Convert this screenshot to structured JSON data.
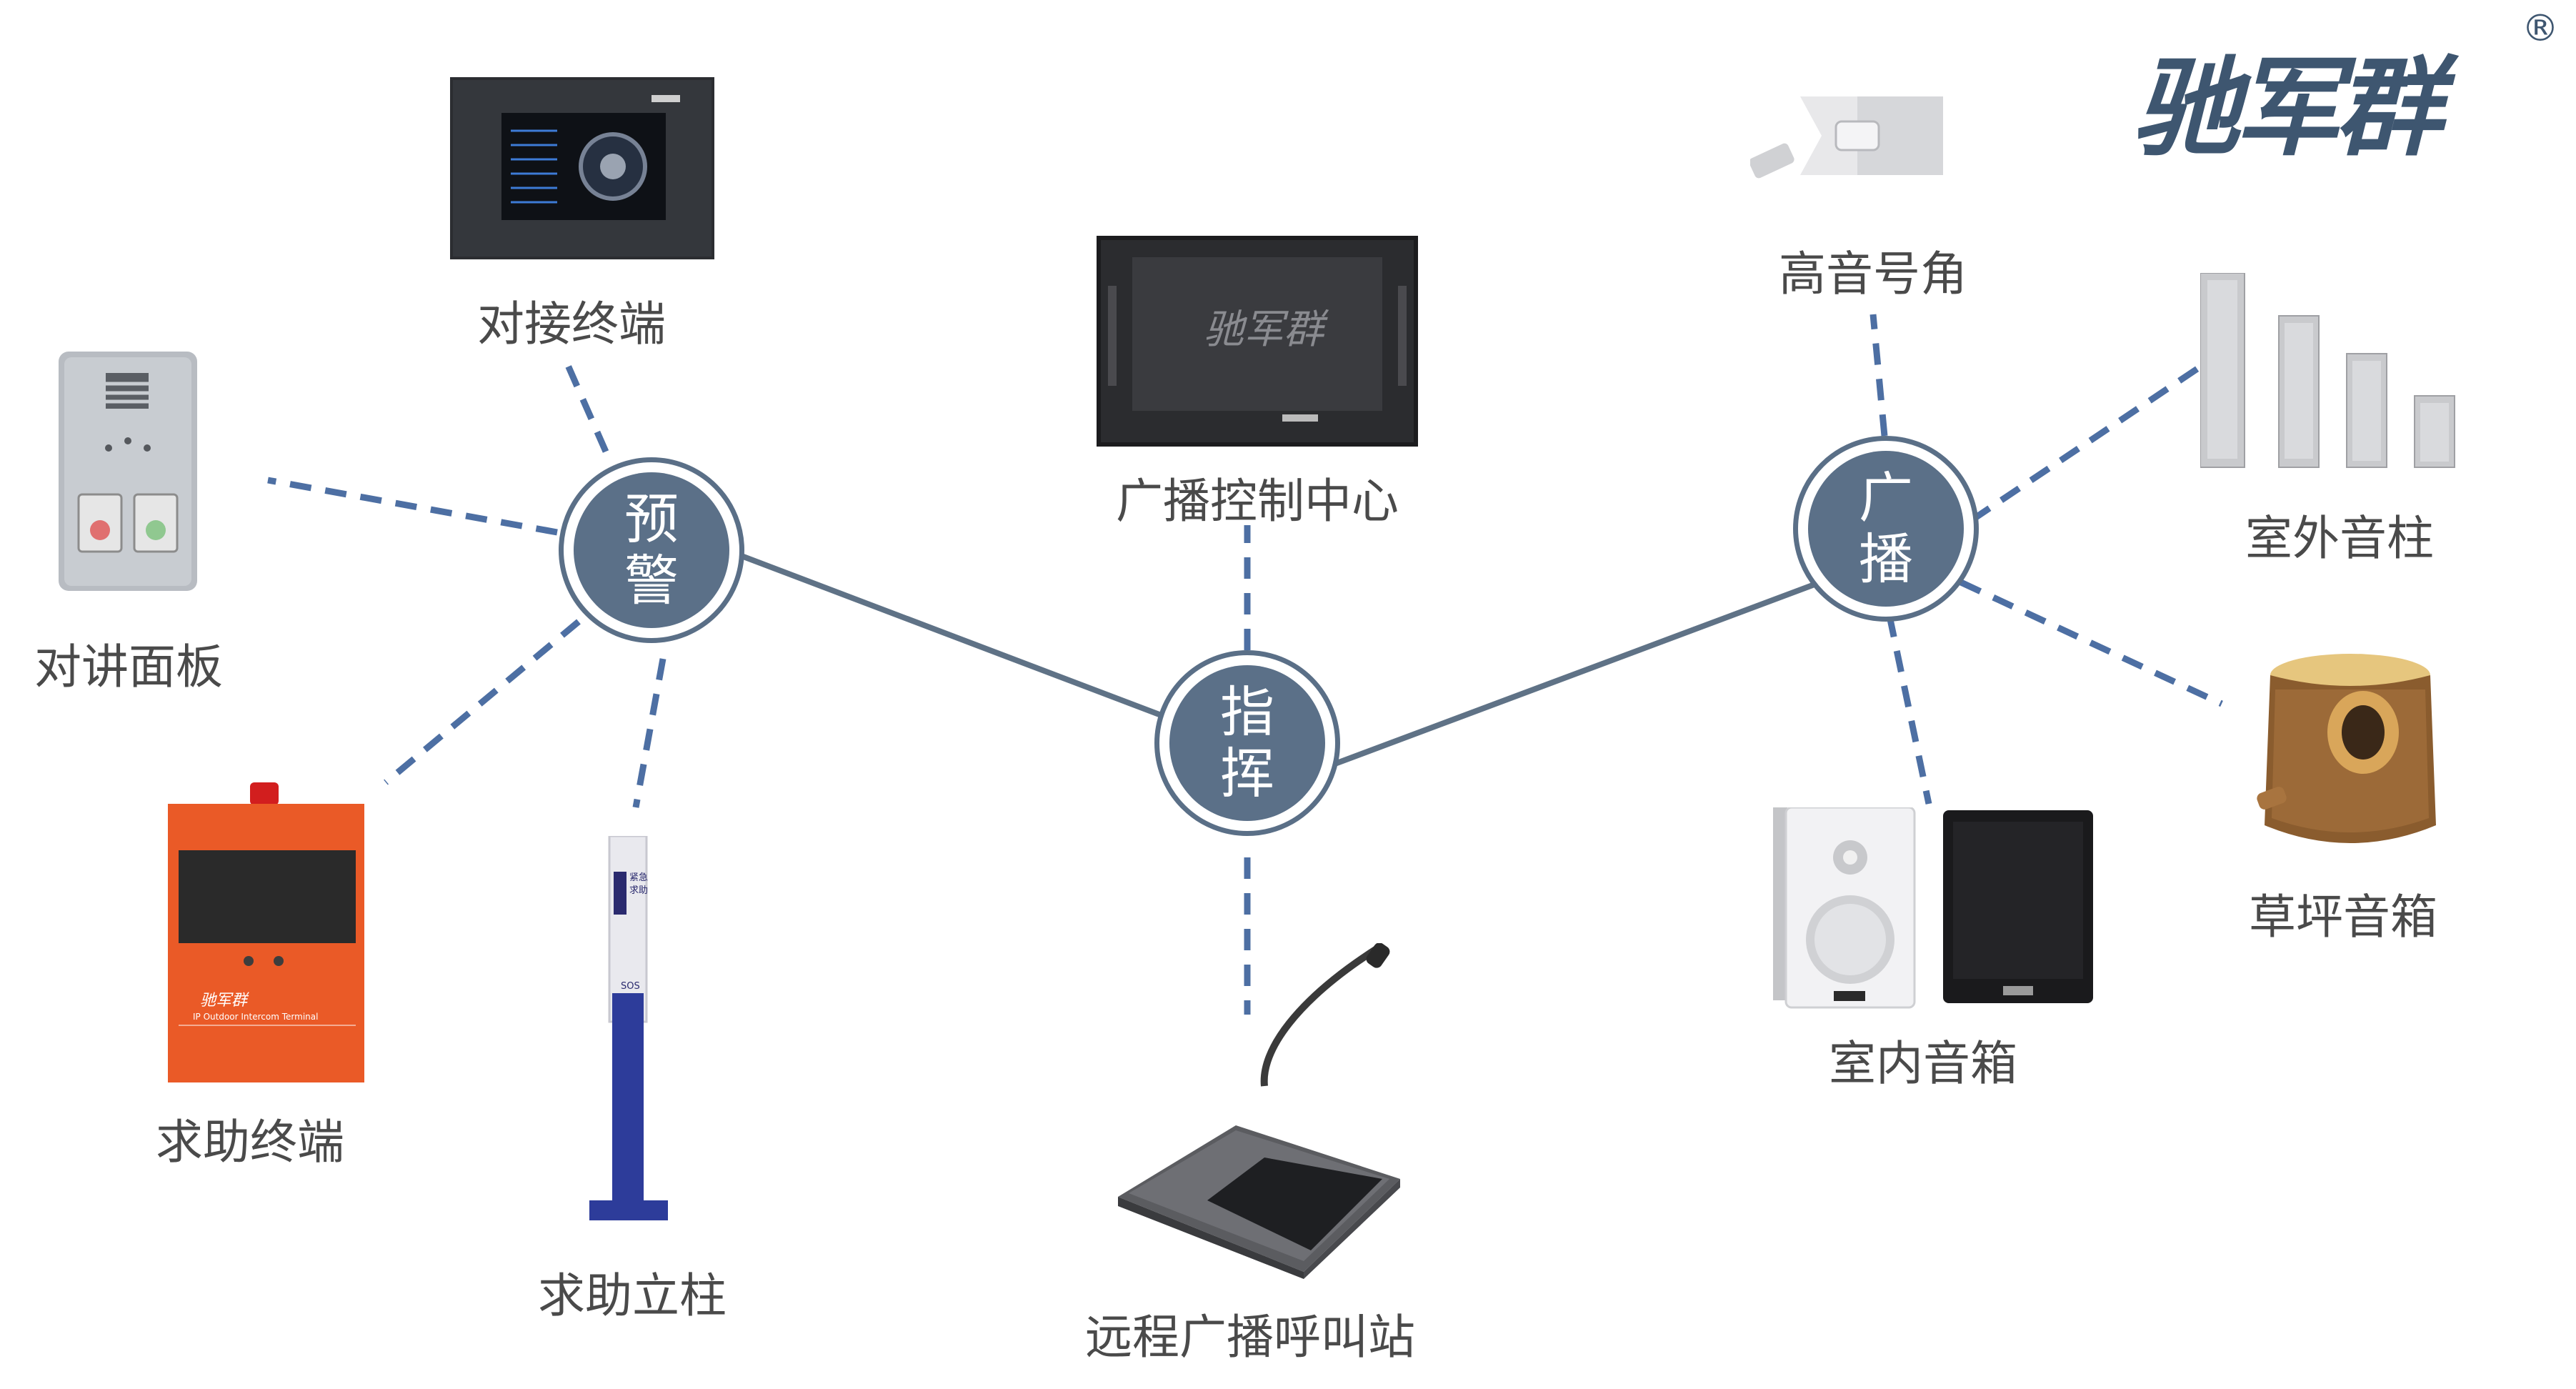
{
  "brand": {
    "logo_text": "驰军群",
    "registered_mark": "®"
  },
  "colors": {
    "hub": "#5b7088",
    "hub_ring": "#5a6f87",
    "solid_link": "#5f7286",
    "dashed_link": "#4d6fa3",
    "label": "#4a4a4a"
  },
  "hubs": {
    "command": {
      "text": "指挥"
    },
    "warning": {
      "text": "预警"
    },
    "broadcast": {
      "text": "广播"
    }
  },
  "devices": {
    "docking_terminal": {
      "label": "对接终端",
      "icon": "touch-screen-terminal-icon"
    },
    "intercom_panel": {
      "label": "对讲面板",
      "icon": "intercom-panel-icon"
    },
    "help_terminal": {
      "label": "求助终端",
      "icon": "help-terminal-cabinet-icon",
      "screen_text": "IP Outdoor Intercom Terminal"
    },
    "help_pillar": {
      "label": "求助立柱",
      "icon": "help-pillar-icon",
      "tag_text": "紧急求助",
      "sos_text": "SOS"
    },
    "control_center": {
      "label": "广播控制中心",
      "icon": "rack-server-icon"
    },
    "call_station": {
      "label": "远程广播呼叫站",
      "icon": "microphone-station-icon"
    },
    "horn": {
      "label": "高音号角",
      "icon": "horn-speaker-icon"
    },
    "column": {
      "label": "室外音柱",
      "icon": "column-speaker-icon"
    },
    "lawn": {
      "label": "草坪音箱",
      "icon": "lawn-speaker-icon"
    },
    "indoor": {
      "label": "室内音箱",
      "icon": "wall-speaker-icon"
    }
  }
}
